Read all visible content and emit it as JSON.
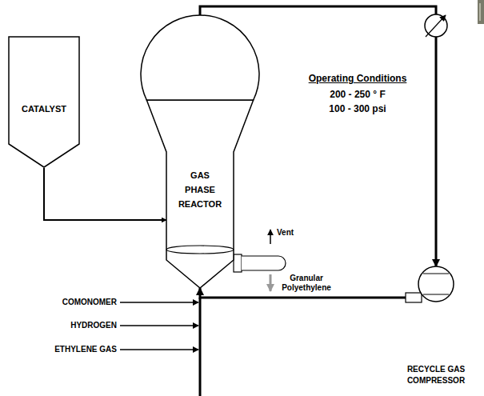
{
  "diagram": {
    "nodes": [
      {
        "text": [
          "CATALYST"
        ]
      },
      {
        "text": [
          "GAS PHASE REACTOR"
        ]
      },
      {
        "text": [
          "RECYCLE GAS COMPRESSOR"
        ]
      }
    ],
    "edges": [
      {
        "from": 0,
        "to": 1,
        "arrow": "to"
      },
      {
        "from": 1,
        "to": 2,
        "arrow": "to"
      },
      {
        "from": 2,
        "to": 1,
        "arrow": "to"
      }
    ],
    "labels": [
      "Operating Conditions",
      "200 - 250 ° F",
      "100 - 300 psi",
      "Vent",
      "Granular Polyethylene",
      "COMONOMER",
      "HYDROGEN",
      "ETHYLENE GAS"
    ]
  }
}
